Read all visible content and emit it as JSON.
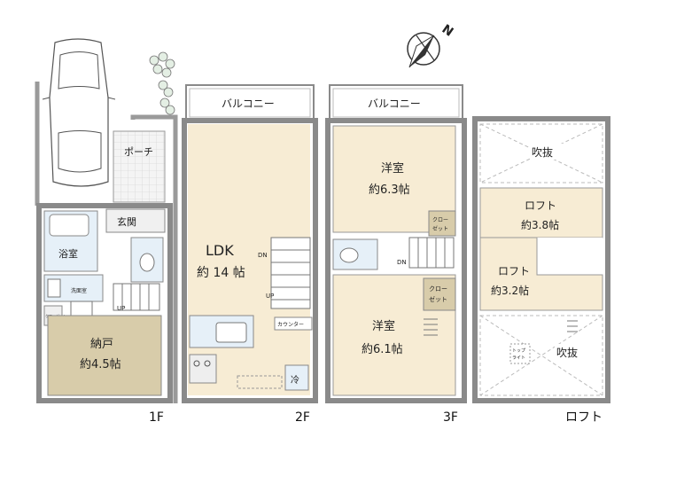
{
  "compass": {
    "letter": "N"
  },
  "floors": {
    "f1": {
      "label": "1F",
      "rooms": {
        "porch": "ポーチ",
        "entrance": "玄関",
        "bath": "浴室",
        "washroom": "洗面室",
        "closet": "クローゼット",
        "storage_name": "納戸",
        "storage_size": "約4.5帖",
        "up": "UP"
      }
    },
    "f2": {
      "label": "2F",
      "rooms": {
        "balcony": "バルコニー",
        "ldk_name": "LDK",
        "ldk_size": "約 14 帖",
        "counter": "カウンター",
        "fridge": "冷",
        "dn": "DN",
        "up": "UP"
      }
    },
    "f3": {
      "label": "3F",
      "rooms": {
        "balcony": "バルコニー",
        "room1_name": "洋室",
        "room1_size": "約6.3帖",
        "room1_closet_a": "クロー",
        "room1_closet_b": "ゼット",
        "room2_name": "洋室",
        "room2_size": "約6.1帖",
        "room2_closet_a": "クロー",
        "room2_closet_b": "ゼット",
        "dn": "DN"
      }
    },
    "loft": {
      "label": "ロフト",
      "rooms": {
        "void_top": "吹抜",
        "loft1_name": "ロフト",
        "loft1_size": "約3.8帖",
        "loft2_name": "ロフト",
        "loft2_size": "約3.2帖",
        "void_bottom": "吹抜",
        "toplight_a": "トップ",
        "toplight_b": "ライト"
      }
    }
  }
}
